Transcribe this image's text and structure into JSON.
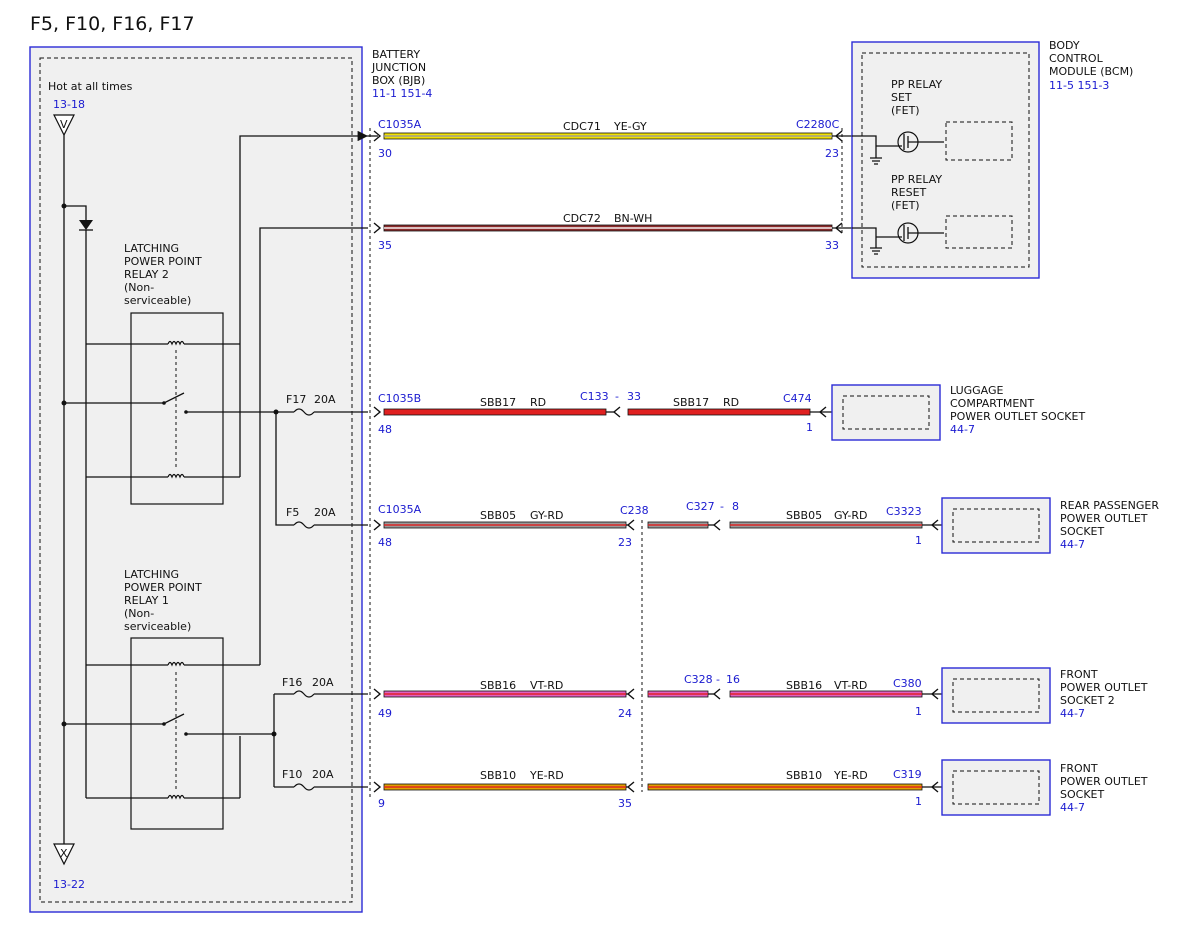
{
  "title": "F5, F10, F16, F17",
  "colors": {
    "blue_text": "#1a1ad0",
    "box_border": "#2b2bd6",
    "YE": "#f0e000",
    "GY": "#9a9a9a",
    "RD": "#e02020",
    "BN": "#8b2a2a",
    "WH": "#ffffff",
    "VT": "#e060c0"
  },
  "bjb": {
    "name_lines": [
      "BATTERY",
      "JUNCTION",
      "BOX (BJB)"
    ],
    "refs": "11-1   151-4",
    "hot_label": "Hot at all times",
    "ref_top": "13-18",
    "ref_bottom": "13-22",
    "sym_top": "V",
    "sym_bottom": "X",
    "relay2_lines": [
      "LATCHING",
      "POWER POINT",
      "RELAY 2",
      "(Non-",
      "serviceable)"
    ],
    "relay1_lines": [
      "LATCHING",
      "POWER POINT",
      "RELAY 1",
      "(Non-",
      "serviceable)"
    ],
    "fuses": [
      {
        "name": "F17",
        "rating": "20A"
      },
      {
        "name": "F5",
        "rating": "20A"
      },
      {
        "name": "F16",
        "rating": "20A"
      },
      {
        "name": "F10",
        "rating": "20A"
      }
    ]
  },
  "bcm": {
    "name_lines": [
      "BODY",
      "CONTROL",
      "MODULE (BCM)"
    ],
    "refs": "11-5   151-3",
    "set_lines": [
      "PP RELAY",
      "SET",
      "(FET)"
    ],
    "reset_lines": [
      "PP RELAY",
      "RESET",
      "(FET)"
    ]
  },
  "loads": [
    {
      "lines": [
        "LUGGAGE",
        "COMPARTMENT",
        "POWER OUTLET SOCKET"
      ],
      "ref": "44-7"
    },
    {
      "lines": [
        "REAR PASSENGER",
        "POWER OUTLET",
        "SOCKET"
      ],
      "ref": "44-7"
    },
    {
      "lines": [
        "FRONT",
        "POWER OUTLET",
        "SOCKET 2"
      ],
      "ref": "44-7"
    },
    {
      "lines": [
        "FRONT",
        "POWER OUTLET",
        "SOCKET"
      ],
      "ref": "44-7"
    }
  ],
  "circuits": [
    {
      "left_conn": "C1035A",
      "left_pin": "30",
      "circuit": "CDC71",
      "color": "YE-GY",
      "right_conn": "C2280C",
      "right_pin": "23"
    },
    {
      "left_conn": "",
      "left_pin": "35",
      "circuit": "CDC72",
      "color": "BN-WH",
      "right_conn": "",
      "right_pin": "33"
    },
    {
      "left_conn": "C1035B",
      "left_pin": "48",
      "circuit": "SBB17",
      "color": "RD",
      "inline": "C133",
      "inline_pin": "33",
      "circuit2": "SBB17",
      "color2": "RD",
      "right_conn": "C474",
      "right_pin": "1"
    },
    {
      "left_conn": "C1035A",
      "left_pin": "48",
      "circuit": "SBB05",
      "color": "GY-RD",
      "mid_conn": "C238",
      "mid_pin": "23",
      "inline": "C327",
      "inline_pin": "8",
      "circuit2": "SBB05",
      "color2": "GY-RD",
      "right_conn": "C3323",
      "right_pin": "1"
    },
    {
      "left_conn": "",
      "left_pin": "49",
      "circuit": "SBB16",
      "color": "VT-RD",
      "mid_pin": "24",
      "inline": "C328",
      "inline_pin": "16",
      "circuit2": "SBB16",
      "color2": "VT-RD",
      "right_conn": "C380",
      "right_pin": "1"
    },
    {
      "left_conn": "",
      "left_pin": "9",
      "circuit": "SBB10",
      "color": "YE-RD",
      "mid_pin": "35",
      "circuit2": "SBB10",
      "color2": "YE-RD",
      "right_conn": "C319",
      "right_pin": "1"
    }
  ],
  "dash_sep": "-"
}
